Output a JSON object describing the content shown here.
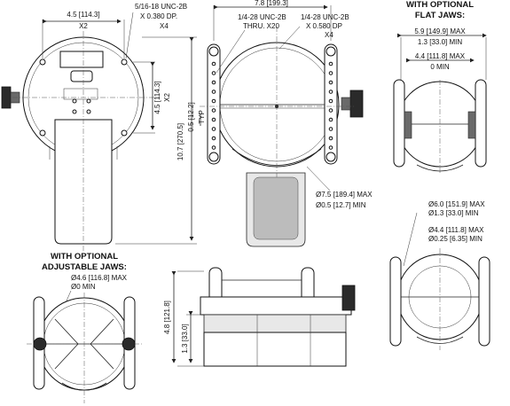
{
  "top_view": {
    "width_dim": "4.5 [114.3]",
    "width_count": "X2",
    "hole_callout": [
      "5/16-18 UNC-2B",
      "X 0.380 DP.",
      "X4"
    ],
    "height_dim": "4.5 [114.3]",
    "height_count": "X2",
    "total_height": "10.7 [270.5]"
  },
  "front_view": {
    "overall_width": "7.8 [199.3]",
    "thru_callout": [
      "1/4-28 UNC-2B",
      "THRU. X20"
    ],
    "dp_callout": [
      "1/4-28 UNC-2B",
      "X 0.580 DP",
      "X4"
    ],
    "pitch": "0.5 [12.2]",
    "pitch_note": "TYP",
    "jaw_max": "Ø7.5 [189.4] MAX",
    "jaw_min": "Ø0.5 [12.7] MIN"
  },
  "side_view": {
    "height_total": "4.8 [121.8]",
    "height_jaw": "1.3 [33.0]"
  },
  "flat_jaws": {
    "title": [
      "WITH OPTIONAL",
      "FLAT JAWS:"
    ],
    "max": "5.9 [149.9] MAX",
    "max_min": "1.3 [33.0] MIN",
    "inner": "4.4 [111.8] MAX",
    "inner_min": "0 MIN",
    "round_max": "Ø6.0 [151.9] MAX",
    "round_min": "Ø1.3 [33.0] MIN",
    "round2_max": "Ø4.4 [111.8] MAX",
    "round2_min": "Ø0.25 [6.35] MIN"
  },
  "adjustable_jaws": {
    "title": [
      "WITH OPTIONAL",
      "ADJUSTABLE JAWS:"
    ],
    "max": "Ø4.6 [116.8] MAX",
    "min": "Ø0 MIN"
  }
}
